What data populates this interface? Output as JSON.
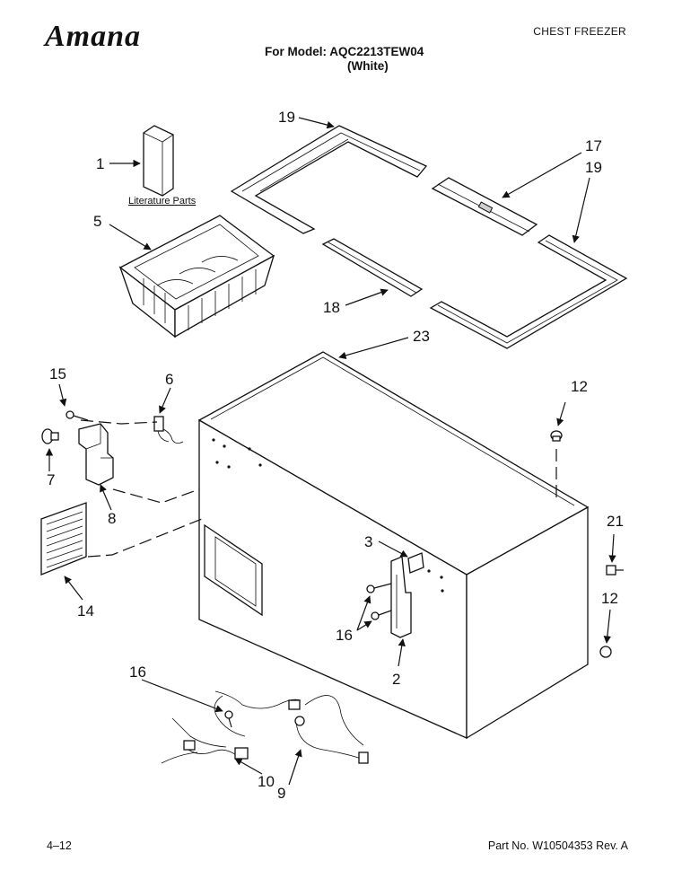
{
  "header": {
    "brand": "Amana",
    "category": "CHEST FREEZER",
    "model_line": "For Model: AQC2213TEW04",
    "color_line": "(White)"
  },
  "diagram": {
    "literature_label": "Literature Parts",
    "callouts": [
      "1",
      "5",
      "19",
      "17",
      "19",
      "18",
      "23",
      "15",
      "6",
      "7",
      "8",
      "14",
      "12",
      "3",
      "21",
      "16",
      "12",
      "2",
      "16",
      "10",
      "9"
    ]
  },
  "footer": {
    "page": "4–12",
    "part_no": "Part No. W10504353 Rev. A"
  }
}
